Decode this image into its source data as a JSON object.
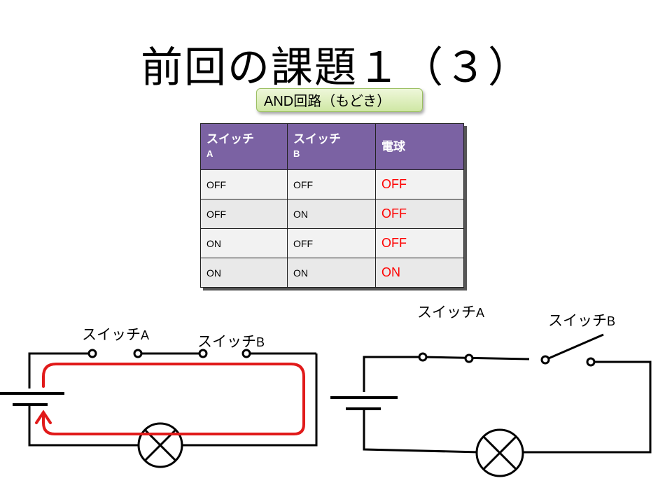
{
  "title": "前回の課題１（３）",
  "badge": {
    "prefix": "AND",
    "text": "回路（もどき）"
  },
  "table": {
    "headers": [
      {
        "main": "スイッチ",
        "sub": "A"
      },
      {
        "main": "スイッチ",
        "sub": "B"
      },
      {
        "main": "電球",
        "sub": ""
      }
    ],
    "rows": [
      [
        "OFF",
        "OFF",
        "OFF"
      ],
      [
        "OFF",
        "ON",
        "OFF"
      ],
      [
        "ON",
        "OFF",
        "OFF"
      ],
      [
        "ON",
        "ON",
        "ON"
      ]
    ]
  },
  "left_circuit": {
    "switch_a": {
      "text": "スイッチ",
      "letter": "A"
    },
    "switch_b": {
      "text": "スイッチ",
      "letter": "B"
    }
  },
  "right_circuit": {
    "switch_a": {
      "text": "スイッチ",
      "letter": "A"
    },
    "switch_b": {
      "text": "スイッチ",
      "letter": "B"
    }
  },
  "colors": {
    "header": "#7b62a3",
    "current_path": "#e11a1a",
    "bulb_on_text": "#ff0000",
    "badge_bg": "#d8ecb4"
  }
}
